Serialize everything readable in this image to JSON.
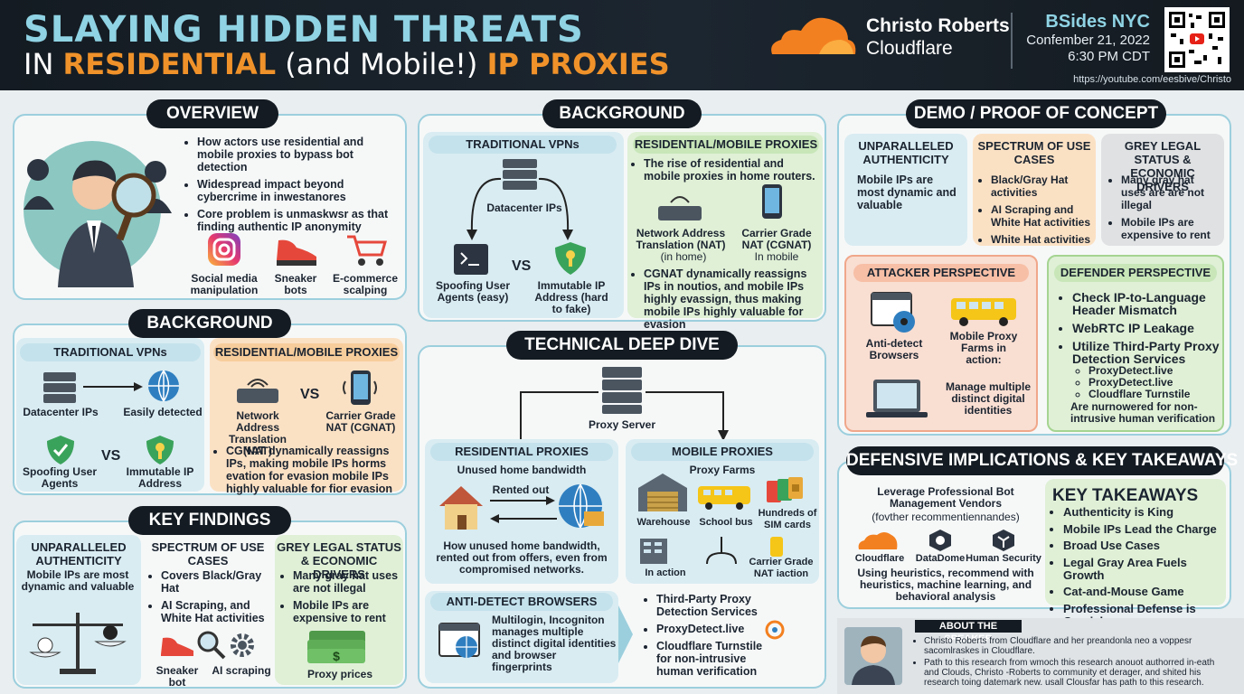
{
  "header": {
    "title1": "SLAYING HIDDEN THREATS",
    "title2_a": "IN ",
    "title2_b": "RESIDENTIAL",
    "title2_c": " (and Mobile!) ",
    "title2_d": "IP PROXIES",
    "speaker_name": "Christo Roberts",
    "speaker_org": "Cloudflare",
    "event": "BSides NYC",
    "date": "Confember 21, 2022",
    "time": "6:30 PM CDT",
    "url": "https://youtube.com/eesbive/Christo"
  },
  "overview": {
    "title": "OVERVIEW",
    "bullets": [
      "How actors use residential and mobile proxies to bypass bot detection",
      "Widespread impact beyond cybercrime in inwestanores",
      "Core problem is unmaskwsr as that finding authentic IP anonymity"
    ],
    "icons": [
      {
        "icon": "instagram-icon",
        "label": "Social media manipulation"
      },
      {
        "icon": "sneaker-icon",
        "label": "Sneaker bots"
      },
      {
        "icon": "cart-icon",
        "label": "E-commerce scalping"
      }
    ]
  },
  "bg_left": {
    "title": "BACKGROUND",
    "vpn": "TRADITIONAL VPNs",
    "res": "RESIDENTIAL/MOBILE PROXIES",
    "dc": "Datacenter IPs",
    "easy": "Easily detected",
    "spoof": "Spoofing User Agents",
    "vs": "VS",
    "immut": "Immutable IP Address",
    "nat": "Network Address Translation (NAT)",
    "cgnat": "Carrier Grade NAT (CGNAT)",
    "bullet": "CGNAT dynamically reassigns IPs, making mobile IPs horms evation for evasion mobile IPs highly valuable for fior evasion"
  },
  "findings": {
    "title": "KEY FINDINGS",
    "c1h": "UNPARALLELED AUTHENTICITY",
    "c1t": "Mobile IPs are most dynamic and valuable",
    "c2h": "SPECTRUM OF USE CASES",
    "c2b": [
      "Covers Black/Gray Hat",
      "AI Scraping, and White Hat activities"
    ],
    "c2i1": "Sneaker bot",
    "c2i2": "AI scraping",
    "c3h": "GREY LEGAL STATUS & ECONOMIC DRIVERS",
    "c3b": [
      "Many gray hat uses are not illegal",
      "Mobile IPs are expensive to rent"
    ],
    "c3i": "Proxy prices"
  },
  "bg_mid": {
    "title": "BACKGROUND",
    "vpn": "TRADITIONAL VPNs",
    "res": "RESIDENTIAL/MOBILE PROXIES",
    "dc": "Datacenter IPs",
    "spoof": "Spoofing User Agents (easy)",
    "vs": "VS",
    "immut": "Immutable IP Address (hard to fake)",
    "b1": "The rise of residential and mobile proxies in home routers.",
    "nat": "Network Address Translation (NAT)",
    "nat_sub": "(in home)",
    "cgnat": "Carrier Grade NAT (CGNAT)",
    "cgnat_sub": "In mobile",
    "b2": "CGNAT dynamically reassigns IPs in noutios, and mobile IPs highly evassign, thus making mobile IPs highly valuable for evasion"
  },
  "tech": {
    "title": "TECHNICAL DEEP DIVE",
    "proxy": "Proxy Server",
    "res": "RESIDENTIAL PROXIES",
    "res_sub": "Unused home bandwidth",
    "rented": "Rented out",
    "res_txt": "How unused home bandwidth, rented out from offers, even from compromised networks.",
    "mob": "MOBILE PROXIES",
    "farms": "Proxy Farms",
    "warehouse": "Warehouse",
    "bus": "School bus",
    "sim": "Hundreds of SIM cards",
    "inaction": "In action",
    "cgnat": "Carrier Grade NAT iaction",
    "anti": "ANTI-DETECT BROWSERS",
    "anti_txt": "Multilogin, Incogniton manages multiple distinct digital identities and browser fingerprints",
    "list": [
      "Third-Party Proxy Detection Services",
      "ProxyDetect.live",
      "Cloudflare Turnstile for non-intrusive human verification"
    ]
  },
  "demo": {
    "title": "DEMO / PROOF OF CONCEPT",
    "c1h": "UNPARALLELED AUTHENTICITY",
    "c1t": "Mobile IPs are most dynamic and valuable",
    "c2h": "SPECTRUM OF USE CASES",
    "c2b": [
      "Black/Gray Hat activities",
      "AI Scraping and White Hat activities",
      "White Hat activities"
    ],
    "c3h": "GREY LEGAL STATUS & ECONOMIC DRIVERS",
    "c3b": [
      "Many gray hat uses are are not illegal",
      "Mobile IPs are expensive to rent"
    ],
    "att": "ATTACKER PERSPECTIVE",
    "anti": "Anti-detect Browsers",
    "farms": "Mobile Proxy Farms in action:",
    "manage": "Manage multiple distinct digital identities",
    "def": "DEFENDER PERSPECTIVE",
    "defb": [
      "Check IP-to-Language Header Mismatch",
      "WebRTC IP Leakage",
      "Utilize Third-Party Proxy Detection Services"
    ],
    "defs": [
      "ProxyDetect.live",
      "ProxyDetect.live",
      "Cloudflare Turnstile"
    ],
    "defend": "Are nurnowered for non-intrusive human verification"
  },
  "defense": {
    "title": "DEFENSIVE IMPLICATIONS & KEY TAKEAWAYS",
    "lev": "Leverage Professional Bot Management Vendors",
    "levs": "(fovther recommentiennandes)",
    "v1": "Cloudflare",
    "v2": "DataDome",
    "v3": "Human Security",
    "using": "Using heuristics, recommend with heuristics, machine learning, and behavioral analysis",
    "kt": "KEY TAKEAWAYS",
    "ktl": [
      "Authenticity is King",
      "Mobile IPs Lead the Charge",
      "Broad Use Cases",
      "Legal Gray Area Fuels Growth",
      "Cat-and-Mouse Game",
      "Professional Defense is Crucial"
    ]
  },
  "about": {
    "title": "ABOUT THE SPEAKER",
    "b1": "Christo Roberts from Cloudflare and her preandonla neo a voppesr sacomlraskes in Cloudflare.",
    "b2": "Path to this research from wmoch this research anouot authorred in-eath and Clouds, Christo -Roberts to community et derager, and shited his research toing datemark new. usall Clousfar has path to this research."
  },
  "colors": {
    "dark": "#141b22",
    "accent": "#8fd3e4",
    "orange": "#f0922a"
  }
}
